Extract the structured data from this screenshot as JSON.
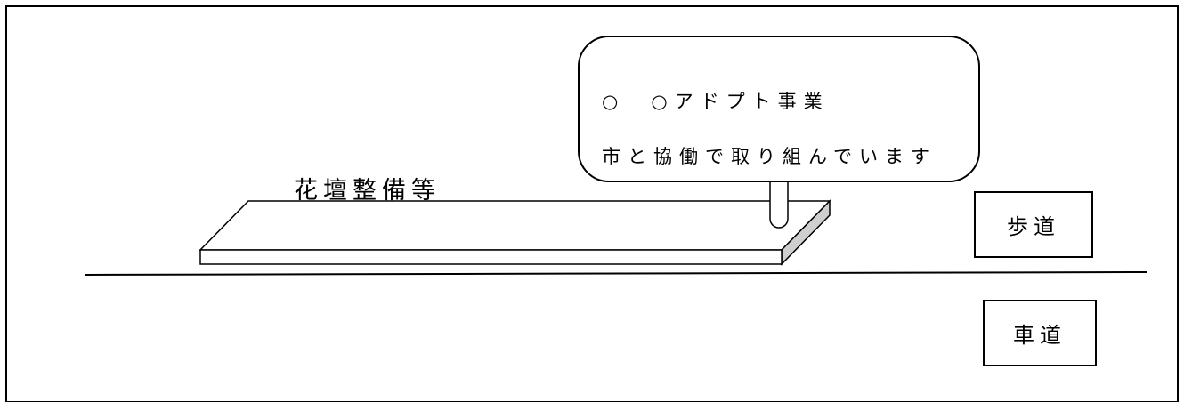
{
  "flowerbed": {
    "label": "花壇整備等"
  },
  "sign": {
    "line1": "○　○アドプト事業",
    "line2": "市と協働で取り組んでいます"
  },
  "areas": {
    "sidewalk": "歩道",
    "roadway": "車道"
  }
}
